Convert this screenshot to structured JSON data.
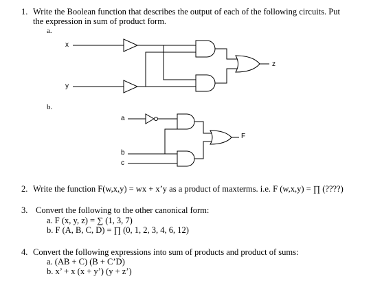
{
  "questions": {
    "q1": {
      "num": "1.",
      "line1": "Write the Boolean function that describes the output of each of the following circuits. Put",
      "line2": "the expression in sum of product form.",
      "part_a": "a.",
      "part_b": "b."
    },
    "q2": {
      "num": "2.",
      "text": "Write the function F(w,x,y) = wx + x’y as a product of maxterms. i.e. F (w,x,y) = ∏ (????)"
    },
    "q3": {
      "num": "3.",
      "text": "Convert the following to the other canonical form:",
      "a": "a.  F (x, y, z) = ∑ (1, 3, 7)",
      "b": "b.  F (A, B, C, D) = ∏ (0, 1, 2, 3, 4, 6, 12)"
    },
    "q4": {
      "num": "4.",
      "text": "Convert the following expressions into sum of products and product of sums:",
      "a": "a.  (AB + C) (B + C’D)",
      "b": "b.  x’ + x (x + y’) (y + z’)"
    }
  },
  "circuit_a": {
    "input_x": "x",
    "input_y": "y",
    "output": "z"
  },
  "circuit_b": {
    "input_a": "a",
    "input_b": "b",
    "input_c": "c",
    "output": "F"
  }
}
